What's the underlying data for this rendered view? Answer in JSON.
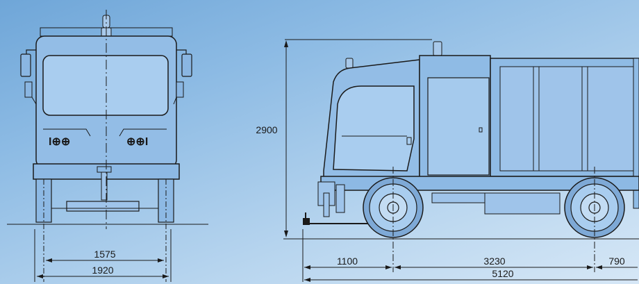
{
  "drawing": {
    "front_view": {
      "inner_track_width": "1575",
      "overall_width": "1920"
    },
    "side_view": {
      "overall_height": "2900",
      "front_overhang": "1100",
      "wheelbase": "3230",
      "rear_overhang": "790",
      "overall_length": "5120"
    }
  },
  "colors": {
    "background_top": "#6fa6d8",
    "background_bottom": "#d6e7f6",
    "line": "#1a1a1a"
  }
}
